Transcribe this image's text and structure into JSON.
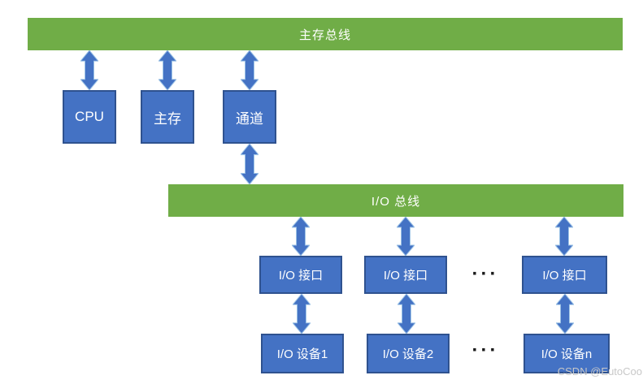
{
  "diagram": {
    "title_implicit": "",
    "buses": {
      "main": {
        "label": "主存总线"
      },
      "io": {
        "label": "I/O 总线"
      }
    },
    "components": [
      {
        "id": "cpu",
        "label": "CPU"
      },
      {
        "id": "memory",
        "label": "主存"
      },
      {
        "id": "channel",
        "label": "通道"
      }
    ],
    "io_interfaces": [
      {
        "label": "I/O 接口"
      },
      {
        "label": "I/O 接口"
      },
      {
        "label": "I/O 接口"
      }
    ],
    "io_devices": [
      {
        "label": "I/O 设备1"
      },
      {
        "label": "I/O 设备2"
      },
      {
        "label": "I/O 设备n"
      }
    ],
    "ellipsis": "···",
    "watermark": "CSDN @EutoCoo"
  },
  "colors": {
    "bus-green": "#70AD47",
    "box-blue": "#4472C4",
    "box-border": "#2F528F",
    "arrow-blue": "#4472C4",
    "arrow-stroke": "#9DC3E6",
    "label-white": "#FFFFFF",
    "dots-color": "#1a1a1a",
    "watermark-gray": "#C8C8C8"
  }
}
